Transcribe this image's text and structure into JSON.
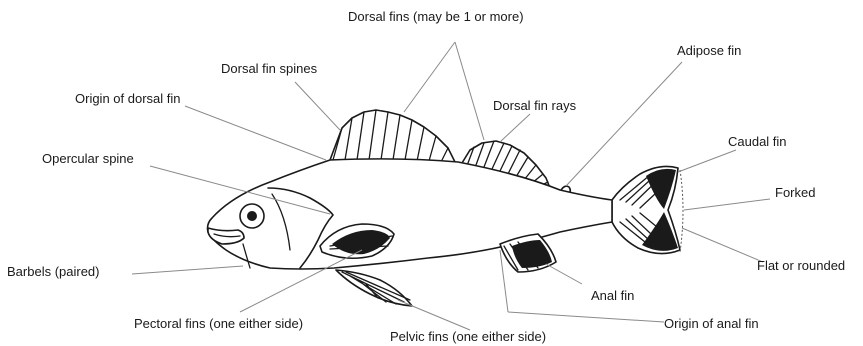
{
  "labels": {
    "dorsal_fins": "Dorsal fins (may be 1 or more)",
    "dorsal_fin_spines": "Dorsal fin spines",
    "adipose_fin": "Adipose fin",
    "origin_dorsal_fin": "Origin of dorsal fin",
    "dorsal_fin_rays": "Dorsal fin rays",
    "caudal_fin": "Caudal fin",
    "opercular_spine": "Opercular spine",
    "forked": "Forked",
    "flat_or_rounded": "Flat or rounded",
    "barbels": "Barbels (paired)",
    "anal_fin": "Anal fin",
    "pectoral_fins": "Pectoral fins (one either side)",
    "origin_anal_fin": "Origin of anal fin",
    "pelvic_fins": "Pelvic fins (one either side)"
  }
}
